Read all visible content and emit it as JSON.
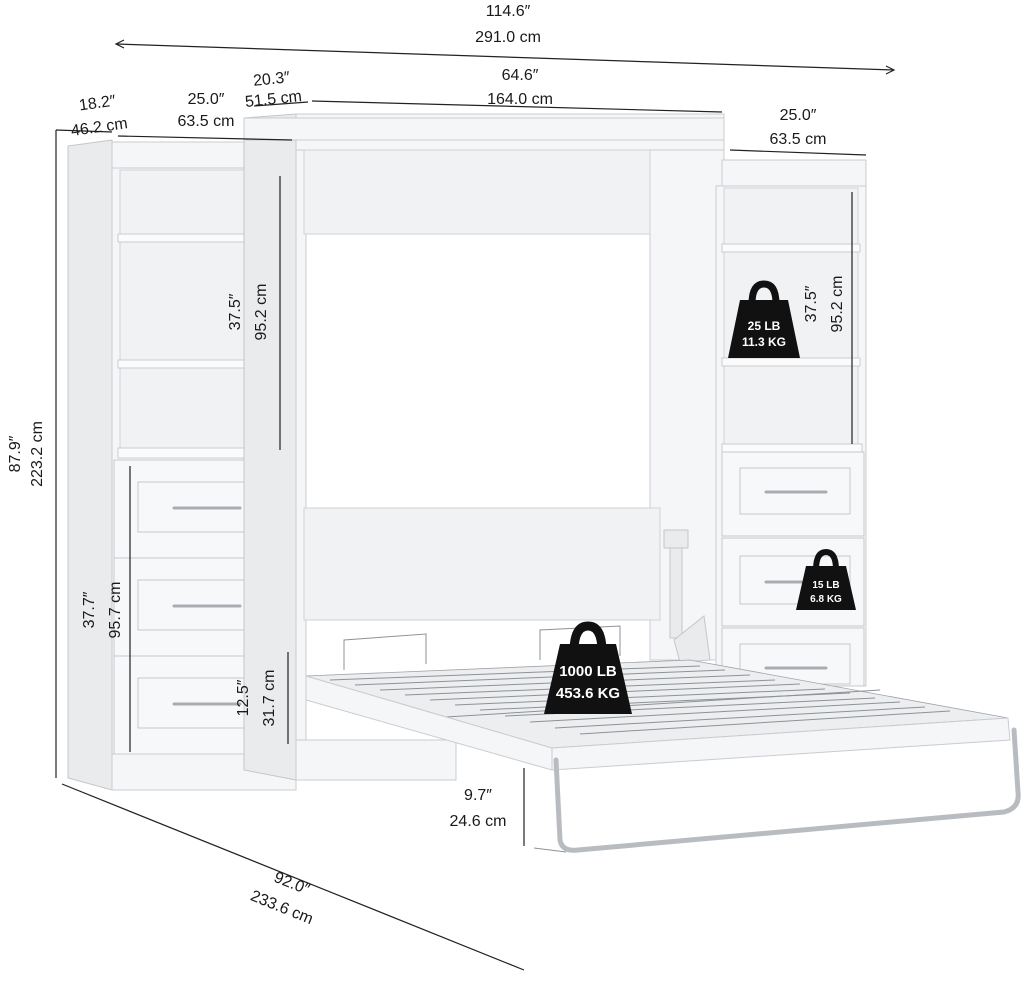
{
  "dimensions": {
    "overall_width_in": "114.6″",
    "overall_width_cm": "291.0 cm",
    "depth_left_in": "18.2″",
    "depth_left_cm": "46.2 cm",
    "left_unit_width_in": "25.0″",
    "left_unit_width_cm": "63.5 cm",
    "center_depth_in": "20.3″",
    "center_depth_cm": "51.5 cm",
    "center_width_in": "64.6″",
    "center_width_cm": "164.0 cm",
    "right_unit_width_in": "25.0″",
    "right_unit_width_cm": "63.5 cm",
    "height_in": "87.9″",
    "height_cm": "223.2 cm",
    "left_shelf_height_in": "37.5″",
    "left_shelf_height_cm": "95.2 cm",
    "right_shelf_height_in": "37.5″",
    "right_shelf_height_cm": "95.2 cm",
    "drawers_height_in": "37.7″",
    "drawers_height_cm": "95.7 cm",
    "drawer_height_in": "12.5″",
    "drawer_height_cm": "31.7 cm",
    "leg_height_in": "9.7″",
    "leg_height_cm": "24.6 cm",
    "open_depth_in": "92.0″",
    "open_depth_cm": "233.6 cm"
  },
  "weights": {
    "shelf_lb": "25 LB",
    "shelf_kg": "11.3 KG",
    "drawer_lb": "15 LB",
    "drawer_kg": "6.8 KG",
    "bed_lb": "1000 LB",
    "bed_kg": "453.6 KG"
  },
  "icons": [
    "weight-icon"
  ],
  "colors": {
    "cabinet": "#f5f6f7",
    "outline": "#c9ccd0",
    "weight_badge": "#111111",
    "text": "#1a1a1a"
  }
}
